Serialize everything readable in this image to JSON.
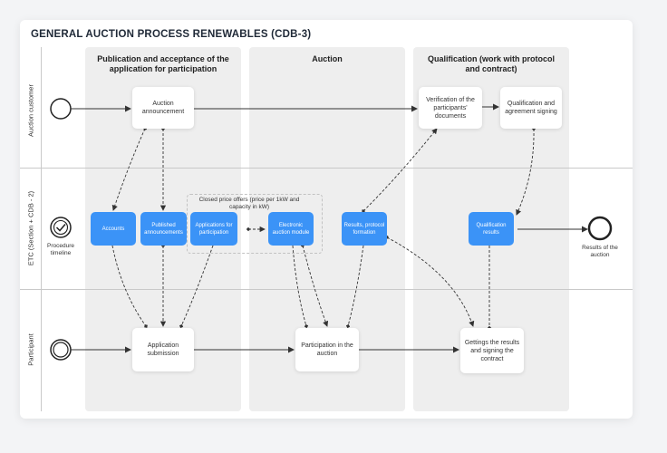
{
  "title": "GENERAL AUCTION PROCESS RENEWABLES (CDB-3)",
  "columns": [
    "Publication and acceptance of the application for participation",
    "Auction",
    "Qualification (work with protocol and contract)"
  ],
  "lanes": [
    "Auction customer",
    "ETC (Section + CDB - 2)",
    "Participant"
  ],
  "procedure_timeline_label": "Procedure timeline",
  "results_label": "Results of the auction",
  "group_label": "Closed price offers (price per 1kW and capacity in kW)",
  "nodes": {
    "auction_announcement": "Auction announcement",
    "verification": "Verification of the participants' documents",
    "qualification_signing": "Qualification and agreement signing",
    "accounts": "Accounts",
    "published_announcements": "Published announcements",
    "applications": "Applications for participation",
    "electronic_module": "Electronic auction module",
    "results_protocol": "Results, protocol formation",
    "qualification_results": "Qualification results",
    "application_submission": "Application submission",
    "participation": "Participation in the auction",
    "gettings_results": "Gettings the results and signing the contract"
  },
  "colors": {
    "blue_node": "#3b93f7",
    "column_bg": "#eeeeee",
    "arrow": "#333333"
  }
}
